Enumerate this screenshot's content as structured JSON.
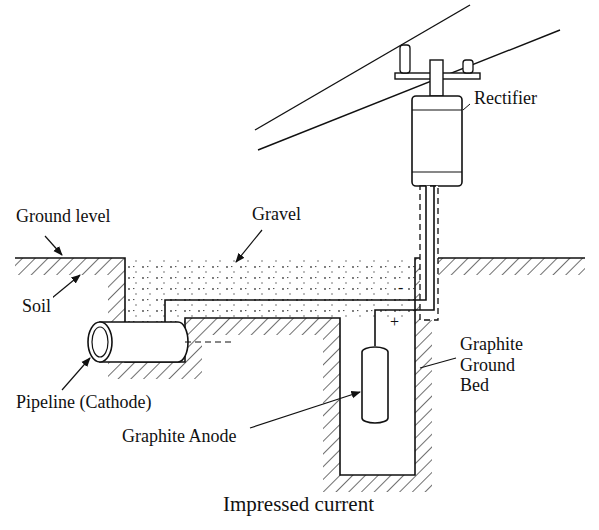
{
  "diagram": {
    "caption": "Impressed current",
    "labels": [
      "Rectifier",
      "Ground level",
      "Gravel",
      "Soil",
      "Pipeline (Cathode)",
      "Graphite Ground Bed",
      "Graphite Anode",
      "+",
      "-"
    ]
  }
}
